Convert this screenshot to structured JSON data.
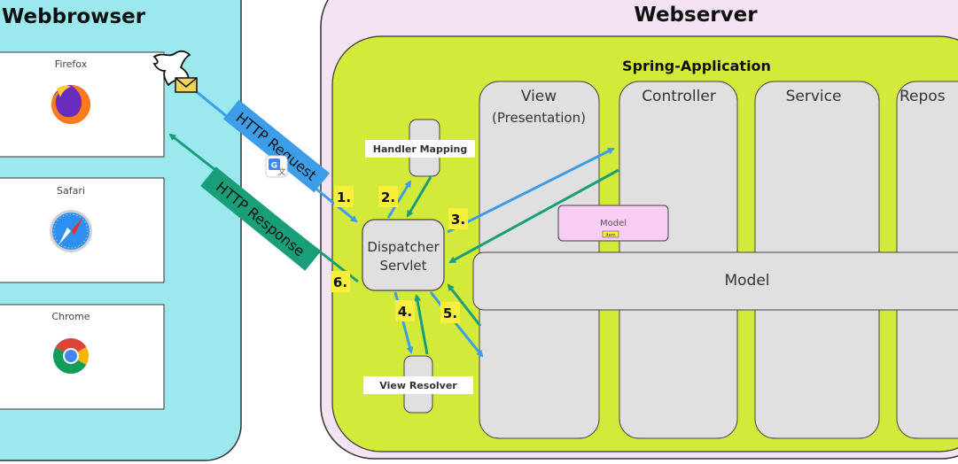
{
  "browser": {
    "title": "Webbrowser",
    "apps": [
      {
        "label": "Firefox",
        "icon": "firefox-icon"
      },
      {
        "label": "Safari",
        "icon": "safari-icon"
      },
      {
        "label": "Chrome",
        "icon": "chrome-icon"
      }
    ],
    "dove_icon": "dove-with-envelope-icon",
    "translate_icon": "translate-icon"
  },
  "server": {
    "title": "Webserver",
    "spring_title": "Spring-Application",
    "columns": {
      "view": "View",
      "view_sub": "(Presentation)",
      "controller": "Controller",
      "service": "Service",
      "repository": "Repos"
    },
    "model_bar": "Model",
    "model_note": "Model",
    "model_note_tag": "item",
    "dispatcher_line1": "Dispatcher",
    "dispatcher_line2": "Servlet",
    "handler_mapping": "Handler Mapping",
    "view_resolver": "View Resolver"
  },
  "arrows": {
    "request": "HTTP Request",
    "response": "HTTP Response"
  },
  "steps": [
    "1.",
    "2.",
    "3.",
    "4.",
    "5.",
    "6."
  ],
  "colors": {
    "browser_bg": "#9ce8ef",
    "server_bg": "#f3e3f3",
    "spring_bg": "#d4ea3b",
    "request_blue": "#3d9de8",
    "response_green": "#1a9e7a",
    "step_yellow": "#f7ef3c",
    "model_note_pink": "#f9cdf4",
    "box_gray": "#e0e0e0"
  }
}
